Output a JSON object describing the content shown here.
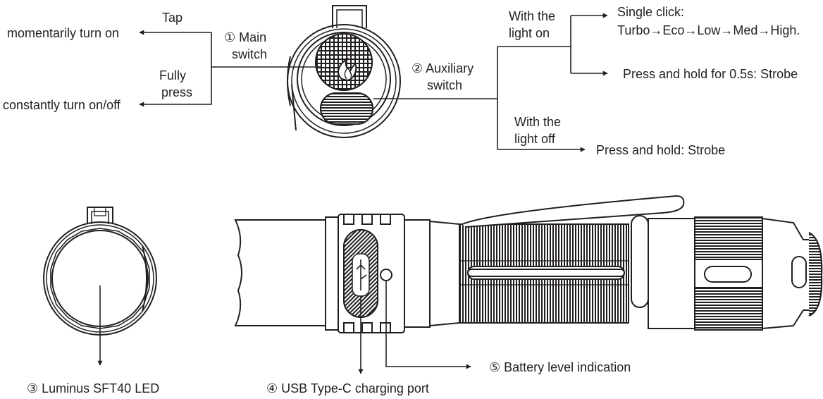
{
  "top": {
    "tap": "Tap",
    "momentary": "momentarily turn on",
    "fully_press_1": "Fully",
    "fully_press_2": "press",
    "constant": "constantly turn on/off",
    "main_switch_1": "① Main",
    "main_switch_2": "switch",
    "aux_switch_1": "② Auxiliary",
    "aux_switch_2": "switch",
    "light_on_1": "With the",
    "light_on_2": "light on",
    "single_click": "Single click:",
    "cycle": "Turbo→Eco→Low→Med→High.",
    "hold_strobe_on": "Press and hold for 0.5s: Strobe",
    "light_off_1": "With the",
    "light_off_2": "light off",
    "hold_strobe_off": "Press and hold: Strobe"
  },
  "bottom": {
    "led": "③ Luminus SFT40 LED",
    "usb": "④ USB Type-C charging port",
    "battery": "⑤ Battery level indication"
  },
  "colors": {
    "ink": "#231f20",
    "paper": "#ffffff",
    "grey": "#d9d9d9"
  }
}
